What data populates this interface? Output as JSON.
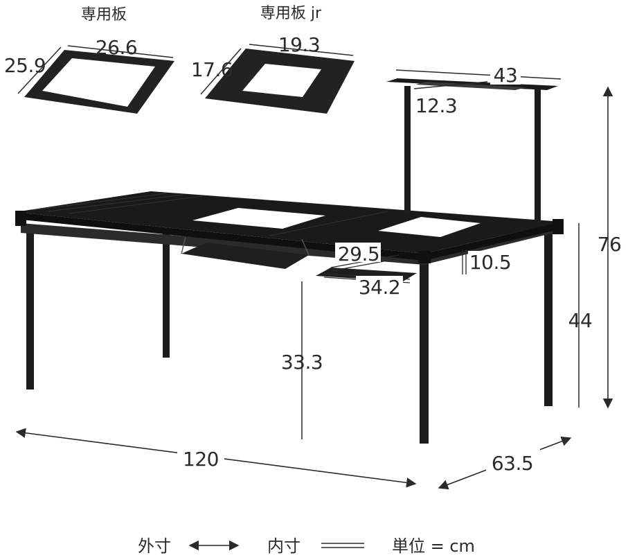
{
  "boards": {
    "standard": {
      "name": "専用板",
      "width": "26.6",
      "depth": "25.9"
    },
    "junior": {
      "name": "専用板 jr",
      "width": "19.3",
      "depth": "17.6"
    }
  },
  "shelf": {
    "width": "43",
    "depth": "12.3"
  },
  "table": {
    "length": "120",
    "depth": "63.5",
    "total_height": "76",
    "table_height": "44",
    "under_clearance": "33.3",
    "tray_width": "29.5",
    "tray_length": "34.2",
    "tray_height": "10.5"
  },
  "legend": {
    "outer_label": "外寸",
    "inner_label": "内寸",
    "unit_label": "単位 = cm"
  },
  "colors": {
    "product": "#1f1f1f",
    "dimension_line": "#2a2a2a",
    "background": "#ffffff"
  }
}
